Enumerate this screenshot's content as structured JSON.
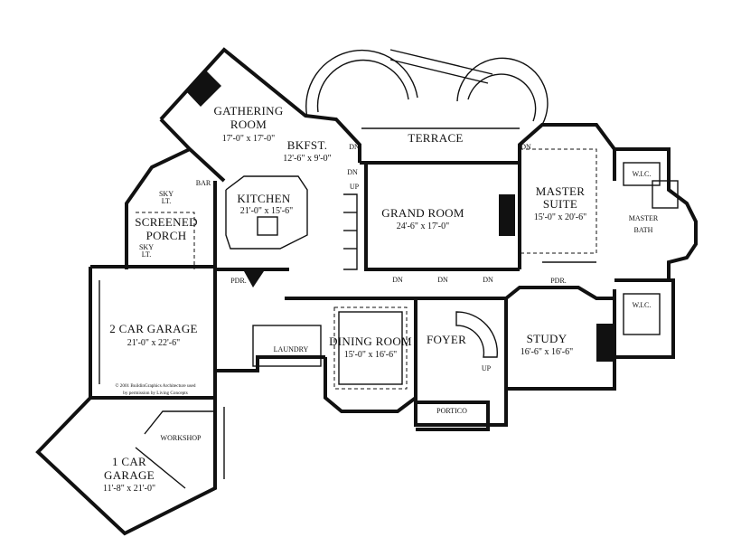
{
  "rooms": {
    "gathering": {
      "name": "GATHERING",
      "name2": "ROOM",
      "size": "17'-0\" x 17'-0\""
    },
    "bkfst": {
      "name": "BKFST.",
      "size": "12'-6\" x 9'-0\""
    },
    "terrace": {
      "name": "TERRACE"
    },
    "bar": {
      "name": "BAR"
    },
    "kitchen": {
      "name": "KITCHEN",
      "size": "21'-0\" x 15'-6\""
    },
    "grand": {
      "name": "GRAND ROOM",
      "size": "24'-6\" x 17'-0\""
    },
    "master_suite": {
      "name": "MASTER",
      "name2": "SUITE",
      "size": "15'-0\" x 20'-6\""
    },
    "wic_top": {
      "name": "W.I.C."
    },
    "master_bath": {
      "name": "MASTER",
      "name2": "BATH"
    },
    "wic_bottom": {
      "name": "W.I.C."
    },
    "sky1": {
      "name": "SKY",
      "name2": "LT."
    },
    "porch": {
      "name": "SCREENED",
      "name2": "PORCH"
    },
    "sky2": {
      "name": "SKY",
      "name2": "LT."
    },
    "pdr_left": {
      "name": "PDR."
    },
    "pdr_right": {
      "name": "PDR."
    },
    "garage2": {
      "name": "2 CAR GARAGE",
      "size": "21'-0\" x 22'-6\""
    },
    "laundry": {
      "name": "LAUNDRY"
    },
    "dining": {
      "name": "DINING ROOM",
      "size": "15'-0\" x 16'-6\""
    },
    "foyer": {
      "name": "FOYER"
    },
    "study": {
      "name": "STUDY",
      "size": "16'-6\" x 16'-6\""
    },
    "portico": {
      "name": "PORTICO"
    },
    "workshop": {
      "name": "WORKSHOP"
    },
    "garage1": {
      "name": "1 CAR",
      "name2": "GARAGE",
      "size": "11'-8\" x 21'-0\""
    }
  },
  "markers": {
    "dn": "DN",
    "up": "UP"
  },
  "copyright": {
    "line1": "© 2001 BuildinGraphics Architecture used",
    "line2": "by permission by Living Concepts"
  }
}
